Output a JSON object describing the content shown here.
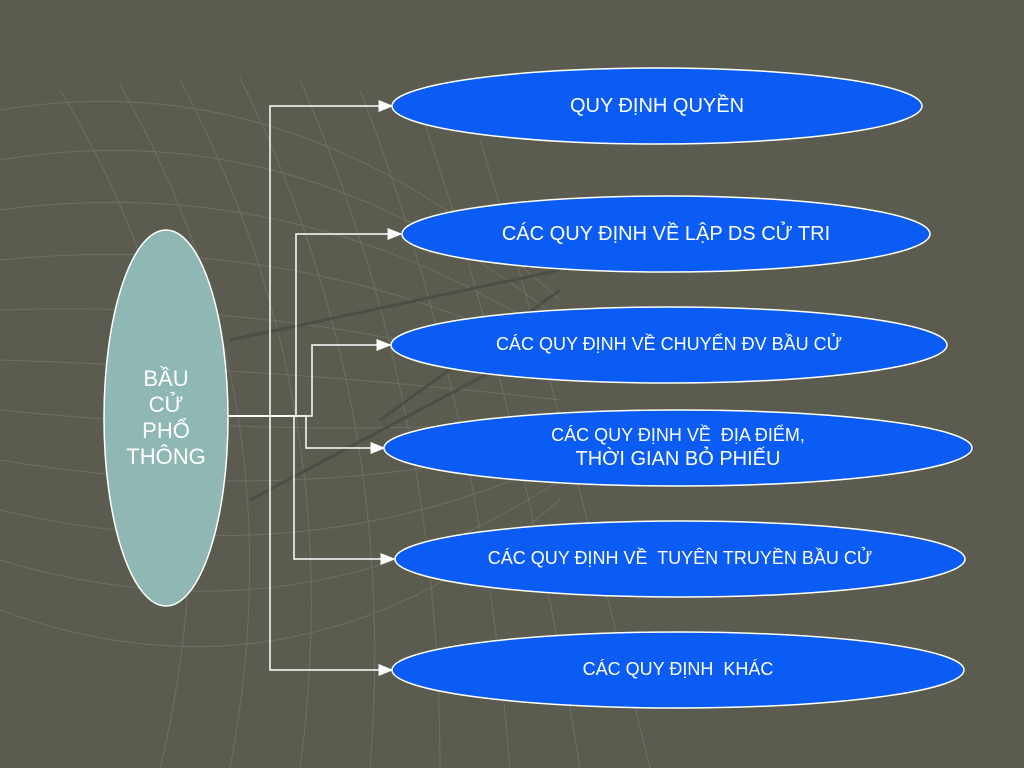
{
  "colors": {
    "background": "#5b5b4f",
    "center_fill": "#8fb7b4",
    "node_fill": "#0a5cf5",
    "outline": "#ffffff",
    "connector": "#ffffff"
  },
  "center": {
    "lines": [
      "BẦU",
      "CỬ",
      "PHỔ",
      "THÔNG"
    ]
  },
  "nodes": [
    {
      "id": "quy-dinh-quyen",
      "lines": [
        "QUY ĐỊNH QUYỀN"
      ]
    },
    {
      "id": "lap-ds-cu-tri",
      "lines": [
        "CÁC QUY ĐỊNH VỀ LẬP DS CỬ TRI"
      ]
    },
    {
      "id": "chuyen-dv-bau-cu",
      "lines": [
        "CÁC QUY ĐỊNH VỀ CHUYỂN ĐV BẦU CỬ"
      ]
    },
    {
      "id": "dia-diem-thoi-gian",
      "lines": [
        "CÁC QUY ĐỊNH VỀ  ĐỊA ĐIỂM,",
        "THỜI GIAN BỎ PHIẾU"
      ]
    },
    {
      "id": "tuyen-truyen",
      "lines": [
        "CÁC QUY ĐỊNH VỀ  TUYÊN TRUYỀN BẦU CỬ"
      ]
    },
    {
      "id": "khac",
      "lines": [
        "CÁC QUY ĐỊNH  KHÁC"
      ]
    }
  ]
}
